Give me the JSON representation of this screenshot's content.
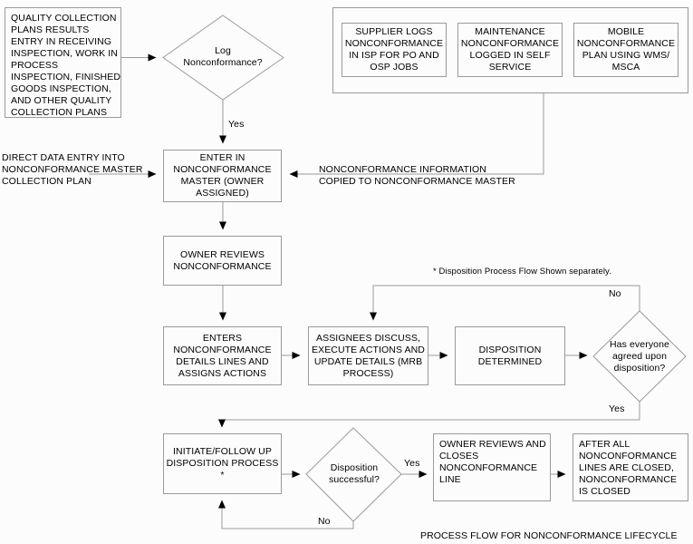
{
  "diagram": {
    "caption": "PROCESS FLOW FOR NONCONFORMANCE LIFECYCLE",
    "footnote": "* Disposition Process Flow Shown separately.",
    "colors": {
      "stroke": "#9a9a9a",
      "arrow": "#000000",
      "text": "#000000",
      "background": "#fcfcfc"
    }
  },
  "nodes": {
    "quality_collection_plans": "QUALITY COLLECTION PLANS RESULTS ENTRY IN RECEIVING INSPECTION, WORK IN PROCESS INSPECTION, FINISHED GOODS INSPECTION, AND OTHER QUALITY COLLECTION PLANS",
    "log_nonconformance": "Log\nNonconformance?",
    "supplier_logs": "SUPPLIER LOGS NONCONFORMANCE IN ISP FOR PO AND OSP JOBS",
    "maintenance_logged": "MAINTENANCE NONCONFORMANCE LOGGED IN SELF SERVICE",
    "mobile_plan": "MOBILE NONCONFORMANCE PLAN USING WMS/ MSCA",
    "direct_data_entry": "DIRECT DATA ENTRY INTO\nNONCONFORMANCE MASTER\nCOLLECTION PLAN",
    "enter_in_master": "ENTER IN NONCONFORMANCE MASTER (OWNER ASSIGNED)",
    "copied_to_master": "NONCONFORMANCE INFORMATION\nCOPIED TO NONCONFORMANCE MASTER",
    "owner_reviews": "OWNER REVIEWS NONCONFORMANCE",
    "enters_details": "ENTERS NONCONFORMANCE DETAILS LINES AND ASSIGNS ACTIONS",
    "assignees_discuss": "ASSIGNEES DISCUSS, EXECUTE ACTIONS AND UPDATE DETAILS (MRB PROCESS)",
    "disposition_determined": "DISPOSITION DETERMINED",
    "has_everyone_agreed": "Has everyone\nagreed upon\ndisposition?",
    "initiate_disposition": "INITIATE/FOLLOW UP DISPOSITION PROCESS *",
    "disposition_successful": "Disposition\nsuccessful?",
    "owner_closes_line": "OWNER REVIEWS AND CLOSES NONCONFORMANCE LINE",
    "nonconformance_closed": "AFTER ALL NONCONFORMANCE LINES ARE CLOSED, NONCONFORMANCE IS CLOSED"
  },
  "edge_labels": {
    "log_yes": "Yes",
    "agreed_no": "No",
    "agreed_yes": "Yes",
    "disposition_yes": "Yes",
    "disposition_no": "No"
  }
}
